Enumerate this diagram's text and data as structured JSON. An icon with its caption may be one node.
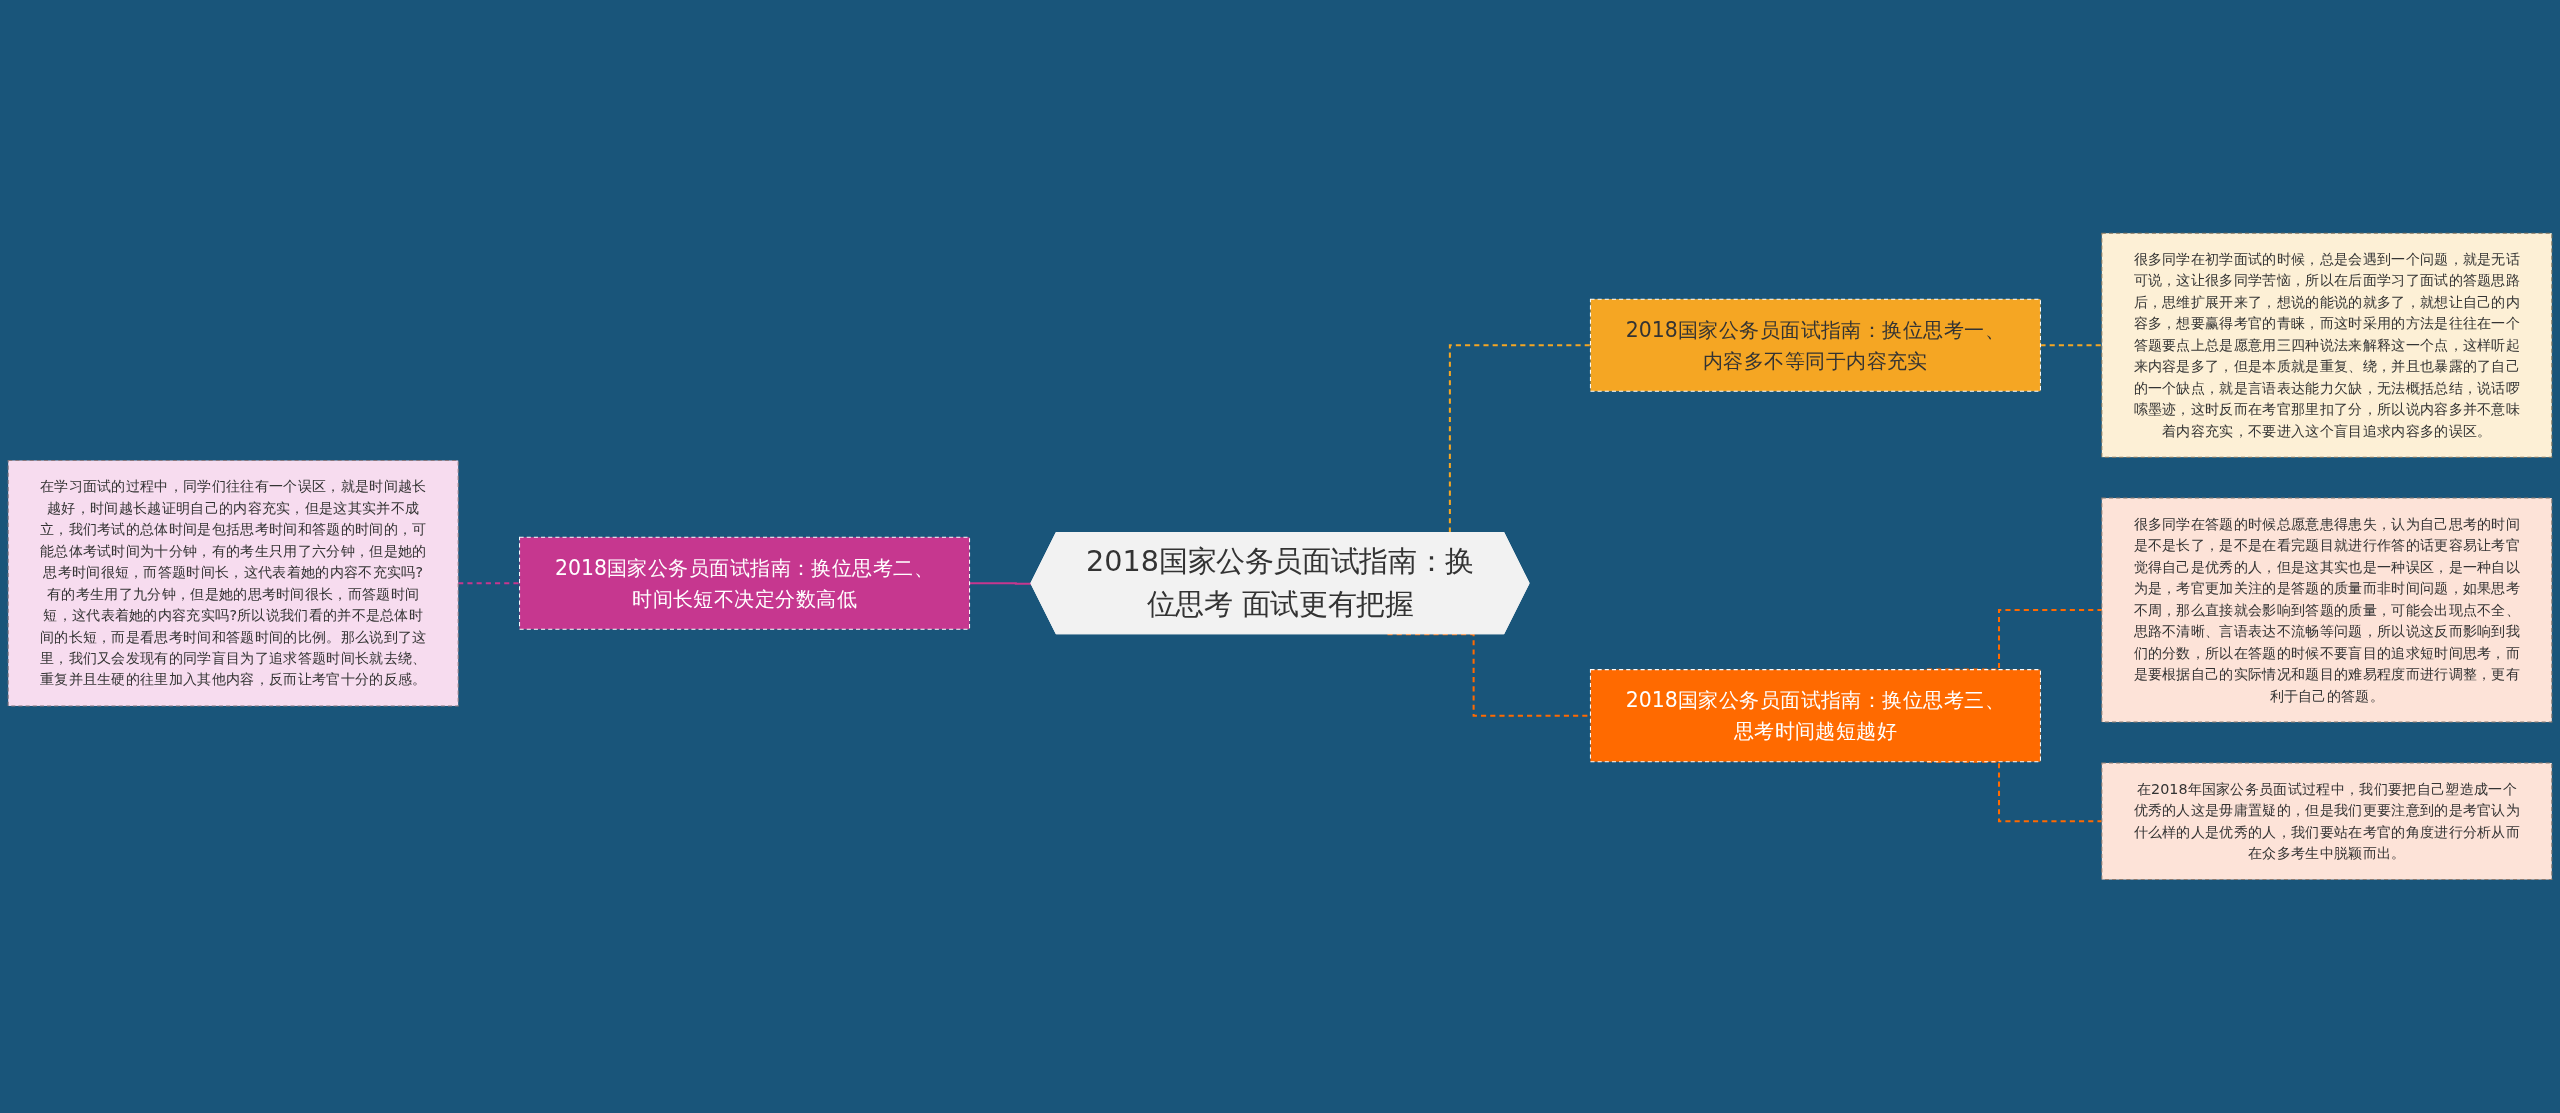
{
  "diagram": {
    "nodes": [
      {
        "text": [
          "2018国家公务员面试指南：换位思考 面试更有把握"
        ]
      },
      {
        "text": [
          "2018国家公务员面试指南：换位思考一、内容多不等同于内容充实"
        ]
      },
      {
        "text": [
          "很多同学在初学面试的时候，总是会遇到一个问题，就是无话可说，这让很多同学苦恼，所以在后面学习了面试的答题思路后，思维扩展开来了，想说的能说的就多了，就想让自己的内容多，想要赢得考官的青睐，而这时采用的方法是往往在一个答题要点上总是愿意用三四种说法来解释这一个点，这样听起来内容是多了，但是本质就是重复、绕，并且也暴露的了自己的一个缺点，就是言语表达能力欠缺，无法概括总结，说话啰嗦墨迹，这时反而在考官那里扣了分，所以说内容多并不意味着内容充实，不要进入这个盲目追求内容多的误区。"
        ]
      },
      {
        "text": [
          "2018国家公务员面试指南：换位思考二、时间长短不决定分数高低"
        ]
      },
      {
        "text": [
          "在学习面试的过程中，同学们往往有一个误区，就是时间越长越好，时间越长越证明自己的内容充实，但是这其实并不成立，我们考试的总体时间是包括思考时间和答题的时间的，可能总体考试时间为十分钟，有的考生只用了六分钟，但是她的思考时间很短，而答题时间长，这代表着她的内容不充实吗?有的考生用了九分钟，但是她的思考时间很长，而答题时间短，这代表着她的内容充实吗?所以说我们看的并不是总体时间的长短，而是看思考时间和答题时间的比例。那么说到了这里，我们又会发现有的同学盲目为了追求答题时间长就去绕、重复并且生硬的往里加入其他内容，反而让考官十分的反感。"
        ]
      },
      {
        "text": [
          "2018国家公务员面试指南：换位思考三、思考时间越短越好"
        ]
      },
      {
        "text": [
          "很多同学在答题的时候总愿意患得患失，认为自己思考的时间是不是长了，是不是在看完题目就进行作答的话更容易让考官觉得自己是优秀的人，但是这其实也是一种误区，是一种自以为是，考官更加关注的是答题的质量而非时间问题，如果思考不周，那么直接就会影响到答题的质量，可能会出现点不全、思路不清晰、言语表达不流畅等问题，所以说这反而影响到我们的分数，所以在答题的时候不要盲目的追求短时间思考，而是要根据自己的实际情况和题目的难易程度而进行调整，更有利于自己的答题。"
        ]
      },
      {
        "text": [
          "在2018年国家公务员面试过程中，我们要把自己塑造成一个优秀的人这是毋庸置疑的，但是我们更要注意到的是考官认为什么样的人是优秀的人，我们要站在考官的角度进行分析从而在众多考生中脱颖而出。"
        ]
      }
    ],
    "edges": [
      {
        "from": 0,
        "to": 1,
        "arrow": "none",
        "style": "dashed",
        "color": "#f5a623"
      },
      {
        "from": 1,
        "to": 2,
        "arrow": "none",
        "style": "dashed",
        "color": "#f5a623"
      },
      {
        "from": 0,
        "to": 3,
        "arrow": "none",
        "color": "#c6378f"
      },
      {
        "from": 3,
        "to": 4,
        "arrow": "none",
        "style": "dashed",
        "color": "#c6378f"
      },
      {
        "from": 0,
        "to": 5,
        "arrow": "none",
        "style": "dashed",
        "color": "#ff6a00"
      },
      {
        "from": 5,
        "to": 6,
        "arrow": "none",
        "style": "dashed",
        "color": "#ff6a00"
      },
      {
        "from": 5,
        "to": 7,
        "arrow": "none",
        "style": "dashed",
        "color": "#ff6a00"
      }
    ]
  }
}
